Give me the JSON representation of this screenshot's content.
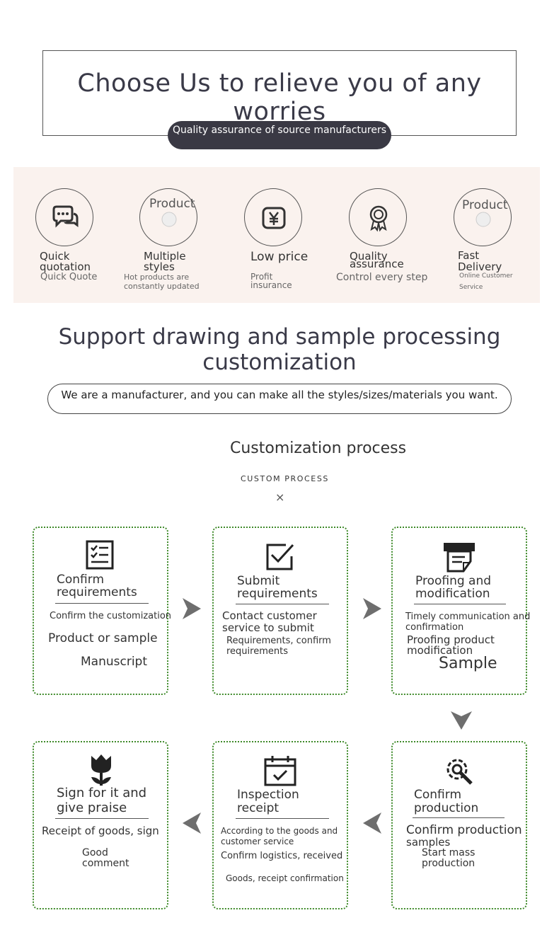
{
  "hero": {
    "title": "Choose Us to relieve you of any worries",
    "subtitle": "Quality assurance of source manufacturers"
  },
  "features": [
    {
      "icon": "chat-bubbles-icon",
      "title_line1": "Quick",
      "title_line2": "quotation",
      "sub1": "Quick Quote",
      "sub2": ""
    },
    {
      "icon": "product-photo-icon",
      "overlay": "Product",
      "title_line1": "Multiple",
      "title_line2": "styles",
      "sub1": "Hot products are",
      "sub2": "constantly updated"
    },
    {
      "icon": "yen-coin-icon",
      "title_line1": "Low price",
      "title_line2": "",
      "sub1": "Profit",
      "sub2": "insurance"
    },
    {
      "icon": "award-ribbon-icon",
      "title_line1": "Quality",
      "title_line2": "assurance",
      "sub1": "Control every step",
      "sub2": ""
    },
    {
      "icon": "product-photo-icon",
      "overlay": "Product",
      "title_line1": "Fast",
      "title_line2": "Delivery",
      "sub1": "Online Customer",
      "sub2": "Service"
    }
  ],
  "customization": {
    "title": "Support drawing and sample processing customization",
    "pill": "We are a manufacturer, and you can make all the styles/sizes/materials you want.",
    "process_title": "Customization process",
    "process_subtitle": "CUSTOM PROCESS",
    "process_mark": "×"
  },
  "steps": [
    {
      "icon": "checklist-icon",
      "title1": "Confirm",
      "title2": "requirements",
      "l1": "Confirm the customization",
      "l2": "Product or sample",
      "l3": "Manuscript"
    },
    {
      "icon": "checkbox-icon",
      "title1": "Submit",
      "title2": "requirements",
      "l1": "Contact customer",
      "l2": "service to submit",
      "l3": "Requirements, confirm",
      "l4": "requirements"
    },
    {
      "icon": "printer-icon",
      "title1": "Proofing and",
      "title2": "modification",
      "l1": "Timely communication and",
      "l2": "confirmation",
      "l3": "Proofing product",
      "l4": "modification",
      "l5": "Sample"
    },
    {
      "icon": "gear-wrench-icon",
      "title1": "Confirm",
      "title2": "production",
      "l1": "Confirm production",
      "l2": "samples",
      "l3": "Start mass",
      "l4": "production"
    },
    {
      "icon": "calendar-check-icon",
      "title1": "Inspection",
      "title2": "receipt",
      "l1": "According to the goods and",
      "l2": "customer service",
      "l3": "Confirm logistics, received",
      "l4": "Goods, receipt confirmation"
    },
    {
      "icon": "tulip-icon",
      "title1": "Sign for it and",
      "title2": "give praise",
      "l1": "Receipt of goods, sign",
      "l2": "Good",
      "l3": "comment"
    }
  ],
  "colors": {
    "accent_dark": "#3a3944",
    "card_border": "#3f8a2a",
    "band_bg": "#faf2ee"
  }
}
